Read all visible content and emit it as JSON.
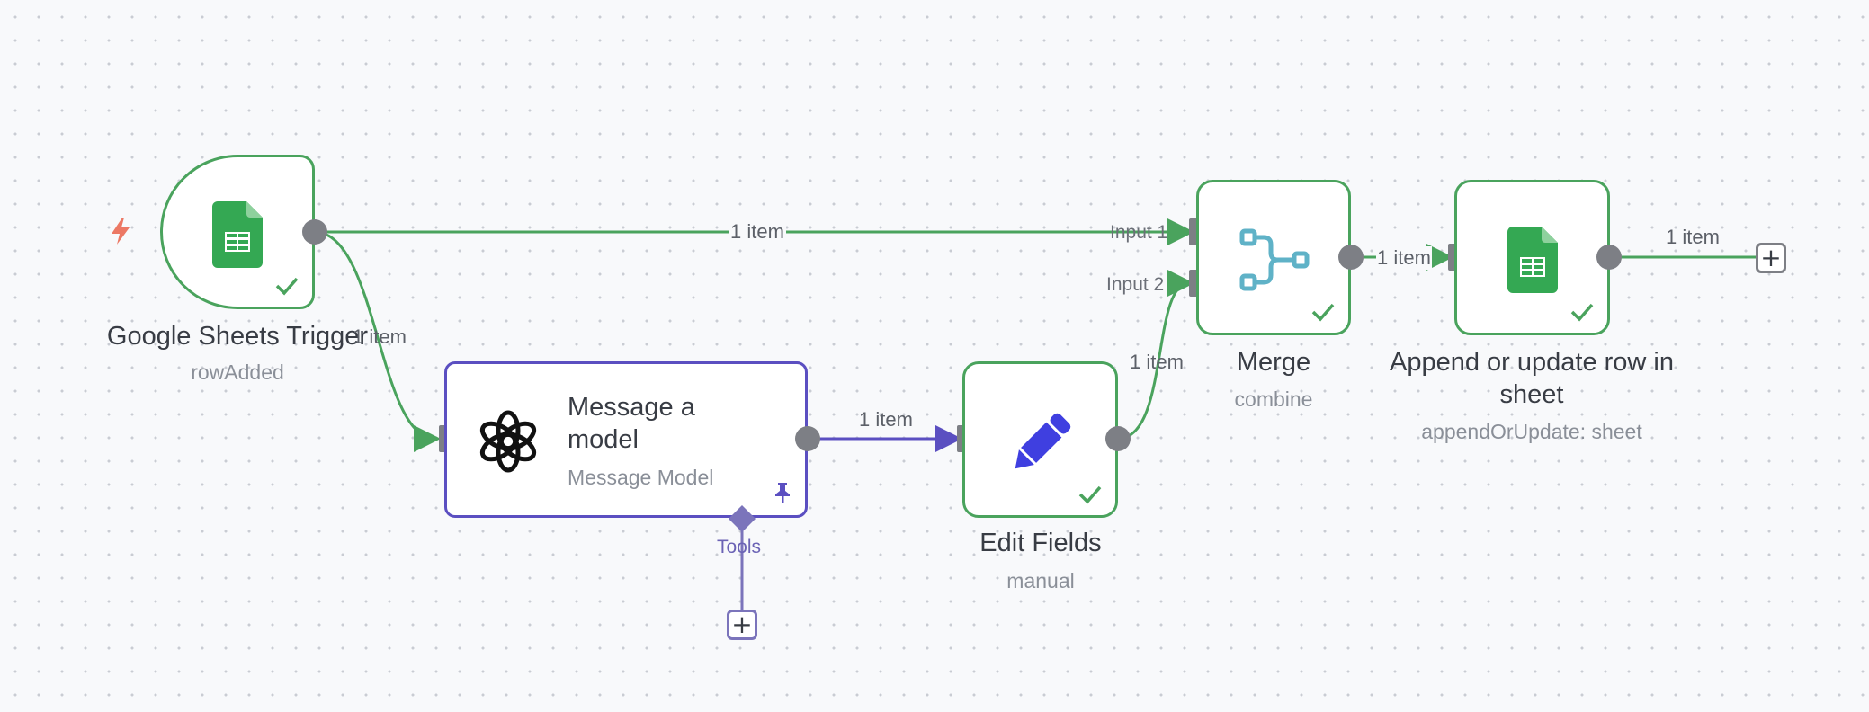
{
  "nodes": {
    "trigger": {
      "title": "Google Sheets Trigger",
      "subtitle": "rowAdded"
    },
    "message_model": {
      "title_line1": "Message a",
      "title_line2": "model",
      "subtitle": "Message Model",
      "tools_label": "Tools"
    },
    "edit_fields": {
      "title": "Edit Fields",
      "subtitle": "manual"
    },
    "merge": {
      "title": "Merge",
      "subtitle": "combine",
      "input1": "Input 1",
      "input2": "Input 2"
    },
    "append": {
      "title_line1": "Append or update row in",
      "title_line2": "sheet",
      "subtitle": "appendOrUpdate: sheet"
    }
  },
  "edges": {
    "trigger_to_merge": "1 item",
    "trigger_to_model": "1 item",
    "model_to_edit": "1 item",
    "edit_to_merge": "1 item",
    "merge_to_append": "1 item",
    "append_out": "1 item"
  },
  "colors": {
    "success": "#4aa35d",
    "ai_node": "#5b4fc1",
    "handle": "#7d7f85",
    "sheets_green": "#34a853",
    "merge_icon": "#5fb2c7",
    "edit_icon": "#3f3fe0",
    "trigger_bolt": "#ec7864"
  },
  "icons": {
    "trigger": "lightning-bolt-icon",
    "sheets": "google-sheets-icon",
    "openai": "openai-icon",
    "merge": "merge-icon",
    "edit": "pencil-icon",
    "pin": "pin-icon",
    "check": "check-icon",
    "add": "plus-icon"
  }
}
